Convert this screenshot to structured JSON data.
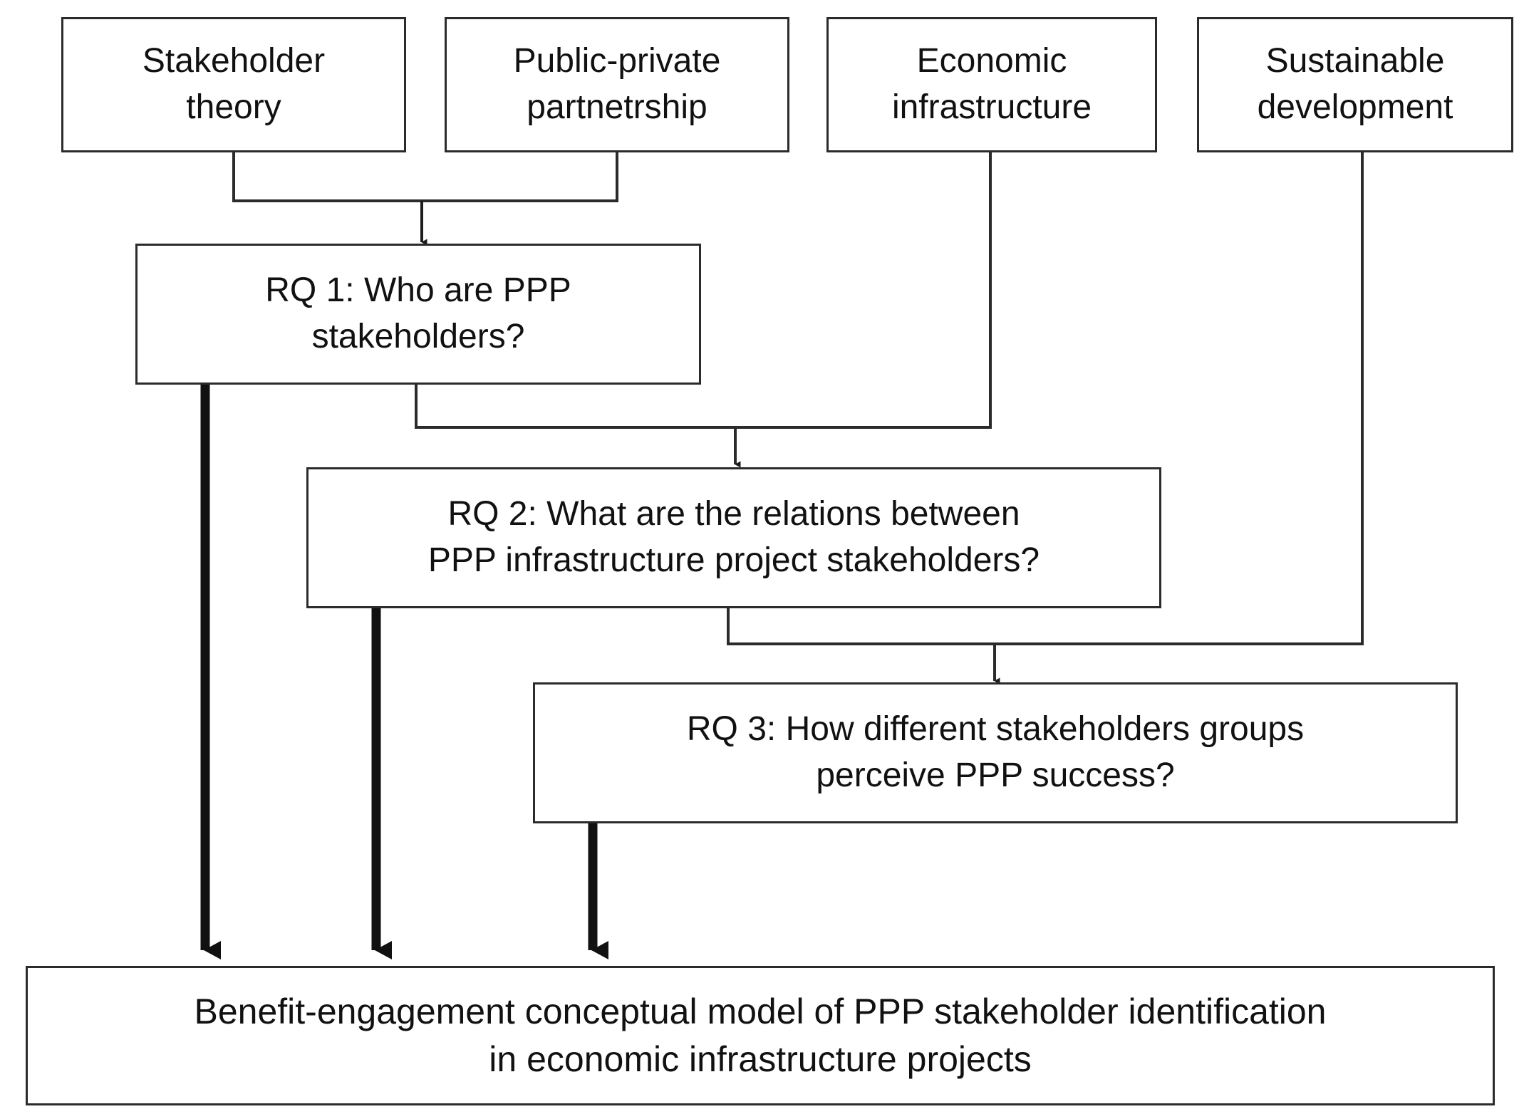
{
  "diagram": {
    "type": "flowchart",
    "title_visible": false,
    "background_color": "#ffffff",
    "line_color": "#2b2b2b",
    "text_color": "#111111",
    "nodes": [
      {
        "id": "stakeholder-theory",
        "label": "Stakeholder\ntheory"
      },
      {
        "id": "public-private-partnership",
        "label": "Public-private\npartnetrship"
      },
      {
        "id": "economic-infrastructure",
        "label": "Economic\ninfrastructure"
      },
      {
        "id": "sustainable-development",
        "label": "Sustainable\ndevelopment"
      },
      {
        "id": "rq1",
        "label": "RQ 1: Who are PPP\nstakeholders?"
      },
      {
        "id": "rq2",
        "label": "RQ 2: What are the relations between\nPPP infrastructure project stakeholders?"
      },
      {
        "id": "rq3",
        "label": "RQ 3: How different stakeholders groups\nperceive PPP success?"
      },
      {
        "id": "outcome",
        "label": "Benefit-engagement conceptual model of PPP stakeholder identification\nin economic infrastructure projects"
      }
    ],
    "edges": [
      {
        "from": "stakeholder-theory",
        "to": "rq1",
        "style": "thin-elbow-arrow"
      },
      {
        "from": "public-private-partnership",
        "to": "rq1",
        "style": "thin-elbow-arrow"
      },
      {
        "from": "rq1",
        "to": "rq2",
        "style": "thin-elbow-arrow"
      },
      {
        "from": "economic-infrastructure",
        "to": "rq2",
        "style": "thin-elbow-arrow"
      },
      {
        "from": "rq2",
        "to": "rq3",
        "style": "thin-elbow-arrow"
      },
      {
        "from": "sustainable-development",
        "to": "rq3",
        "style": "thin-elbow-arrow"
      },
      {
        "from": "rq1",
        "to": "outcome",
        "style": "thick-straight-arrow"
      },
      {
        "from": "rq2",
        "to": "outcome",
        "style": "thick-straight-arrow"
      },
      {
        "from": "rq3",
        "to": "outcome",
        "style": "thick-straight-arrow"
      }
    ]
  }
}
